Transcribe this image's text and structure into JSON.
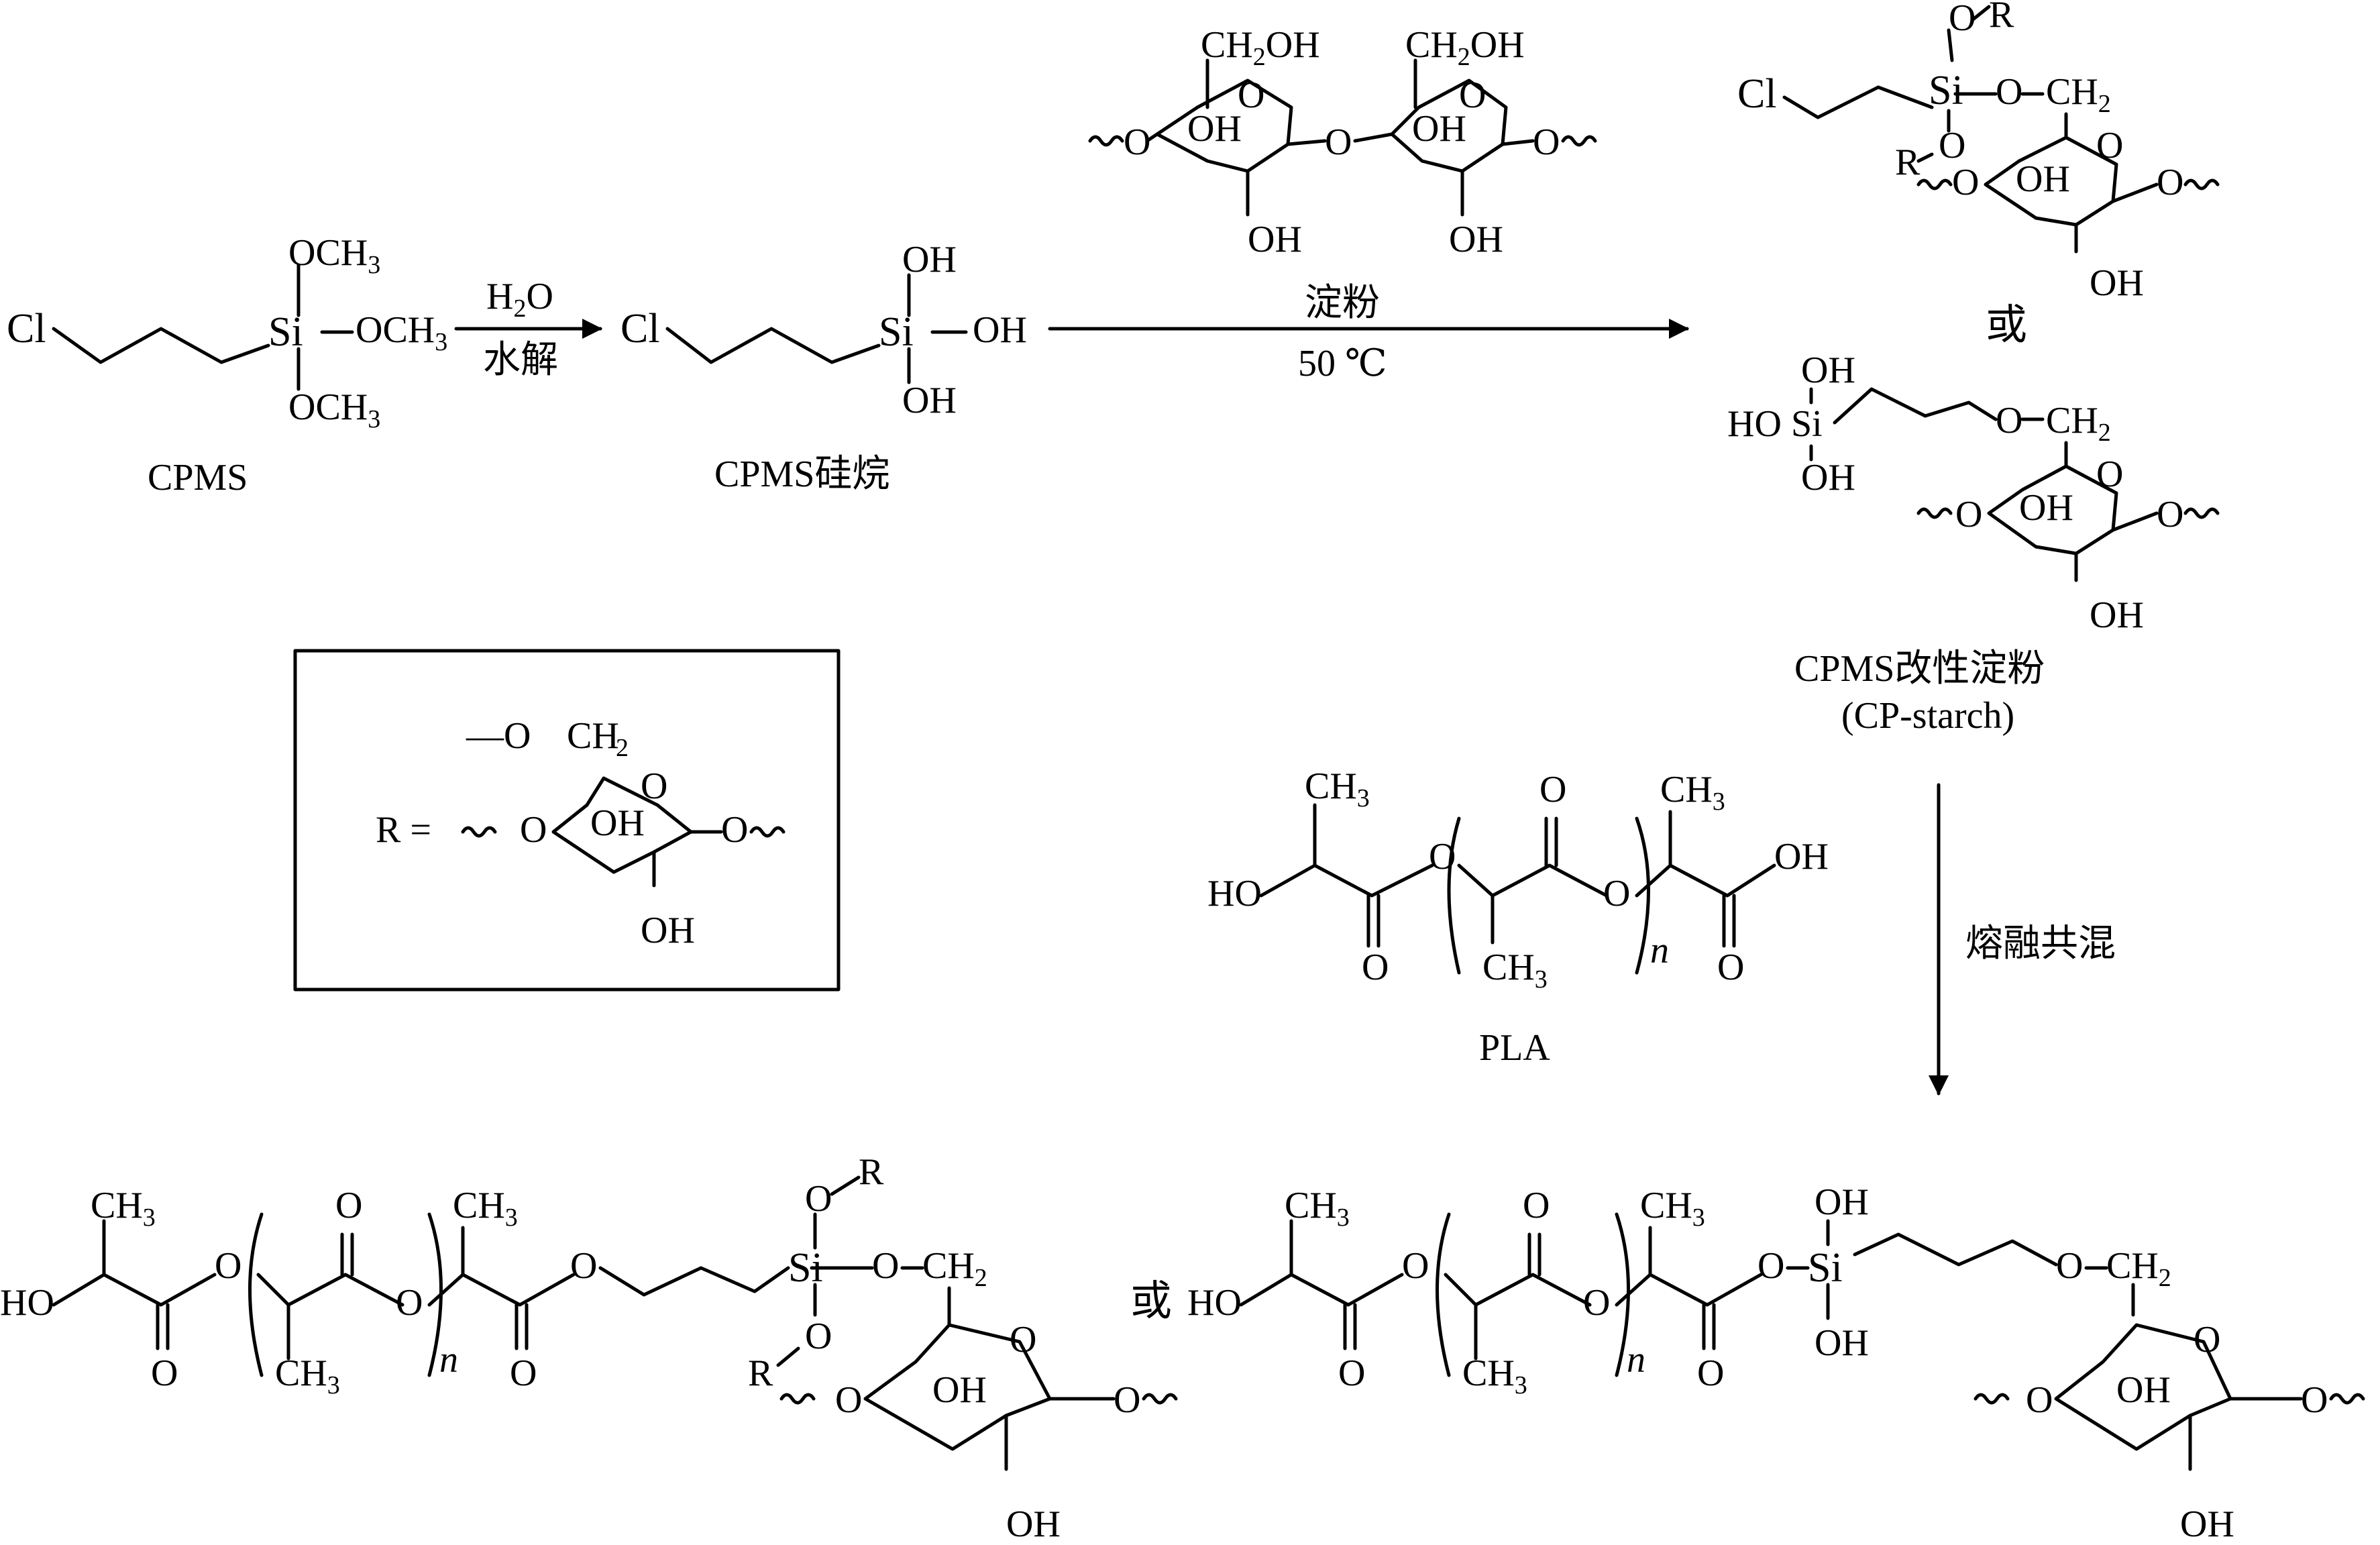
{
  "labels": {
    "cpms": "CPMS",
    "cpms_silane": "CPMS硅烷",
    "cp_starch_cn": "CPMS改性淀粉",
    "cp_starch_en": "(CP-starch)",
    "pla": "PLA",
    "or": "或"
  },
  "conditions": {
    "step1_top": "H",
    "step1_sub": "2",
    "step1_tail": "O",
    "step1_bottom": "水解",
    "step2_top": "淀粉",
    "step2_bottom": "50 ℃",
    "step3": "熔融共混"
  },
  "atoms": {
    "cl": "Cl",
    "si": "Si",
    "oh": "OH",
    "ho": "HO",
    "o": "O",
    "r": "R",
    "n": "n",
    "och": "OCH",
    "ch": "CH",
    "sub2": "2",
    "sub3": "3",
    "r_eq": "R =",
    "o_dash": "—O"
  }
}
